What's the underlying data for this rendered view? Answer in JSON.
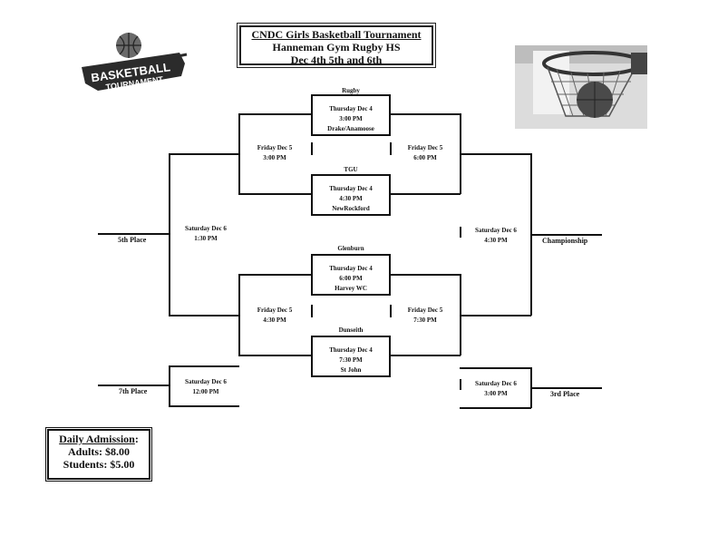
{
  "title": {
    "line1": "CNDC Girls Basketball Tournament",
    "line2": "Hanneman Gym Rugby HS",
    "line3": "Dec 4th 5th and 6th"
  },
  "logo": {
    "line1": "BASKETBALL",
    "line2": "TOURNAMENT"
  },
  "games": {
    "g1": {
      "site": "Rugby",
      "day": "Thursday  Dec 4",
      "time": "3:00 PM",
      "teams": "Drake/Anamoose"
    },
    "g2": {
      "site": "TGU",
      "day": "Thursday  Dec 4",
      "time": "4:30 PM",
      "teams": "NewRockford"
    },
    "g3": {
      "site": "Glenburn",
      "day": "Thursday  Dec 4",
      "time": "6:00 PM",
      "teams": "Harvey WC"
    },
    "g4": {
      "site": "Dunseith",
      "day": "Thursday  Dec 4",
      "time": "7:30 PM",
      "teams": "St John"
    }
  },
  "slots": {
    "fri_left_top": {
      "day": "Friday  Dec 5",
      "time": "3:00 PM"
    },
    "fri_right_top": {
      "day": "Friday  Dec 5",
      "time": "6:00 PM"
    },
    "fri_left_bottom": {
      "day": "Friday  Dec 5",
      "time": "4:30 PM"
    },
    "fri_right_bottom": {
      "day": "Friday  Dec 5",
      "time": "7:30 PM"
    },
    "sat_left": {
      "day": "Saturday  Dec 6",
      "time": "1:30 PM"
    },
    "sat_right": {
      "day": "Saturday  Dec 6",
      "time": "4:30 PM"
    },
    "sat_seventh": {
      "day": "Saturday  Dec 6",
      "time": "12:00 PM"
    },
    "sat_third": {
      "day": "Saturday  Dec 6",
      "time": "3:00 PM"
    }
  },
  "places": {
    "fifth": "5th Place",
    "championship": "Championship",
    "seventh": "7th Place",
    "third": "3rd Place"
  },
  "admission": {
    "heading": "Daily Admission",
    "colon": ":",
    "adults": "Adults: $8.00",
    "students": "Students: $5.00"
  },
  "photo_icon": "basketball-hoop-photo"
}
